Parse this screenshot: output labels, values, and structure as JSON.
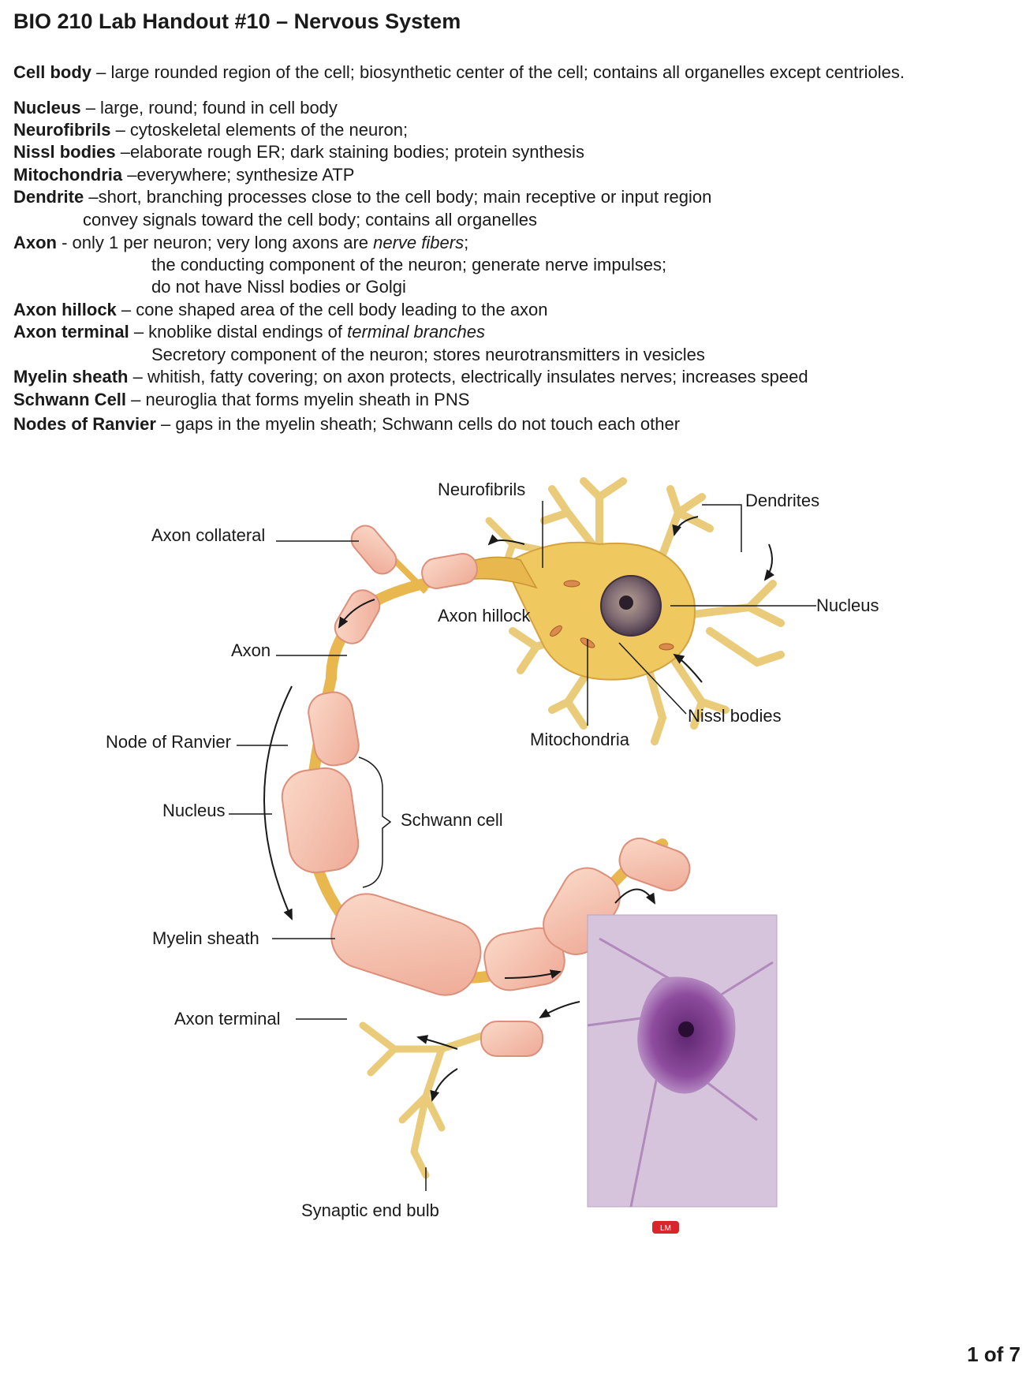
{
  "title": "BIO 210 Lab Handout #10 – Nervous System",
  "definitions": {
    "cell_body": {
      "term": "Cell body",
      "text": " – large rounded region of the cell; biosynthetic center of the cell; contains all organelles except centrioles."
    },
    "nucleus": {
      "term": "Nucleus",
      "text": " – large, round; found in cell body"
    },
    "neurofibrils": {
      "term": "Neurofibrils",
      "text": " – cytoskeletal elements of the neuron;"
    },
    "nissl": {
      "term": "Nissl bodies",
      "text": " –elaborate rough ER; dark staining bodies; protein synthesis"
    },
    "mito": {
      "term": "Mitochondria",
      "text": " –everywhere; synthesize ATP"
    },
    "dendrite": {
      "term": "Dendrite",
      "text": " –short, branching processes close to the cell body; main receptive or input region",
      "text2": "convey signals toward the cell body; contains all organelles"
    },
    "axon": {
      "term": "Axon",
      "text_a": " -  only 1 per neuron; very long axons are ",
      "em": "nerve fibers",
      "text_b": ";",
      "text2": "the conducting component of the neuron; generate nerve impulses;",
      "text3": "do not have Nissl bodies or Golgi"
    },
    "hillock": {
      "term": "Axon hillock",
      "text": " – cone shaped area of the cell body leading to the axon"
    },
    "terminal": {
      "term": "Axon terminal",
      "text": " – knoblike distal endings of ",
      "em": "terminal branches",
      "text2": "Secretory component of the neuron; stores neurotransmitters in vesicles"
    },
    "myelin": {
      "term": "Myelin sheath",
      "text": " – whitish, fatty covering; on axon protects, electrically insulates nerves; increases speed"
    },
    "schwann": {
      "term": "Schwann Cell",
      "text": " – neuroglia that forms myelin sheath in PNS"
    },
    "ranvier": {
      "term": "Nodes of Ranvier",
      "text": " – gaps in the myelin sheath; Schwann cells do not touch each other"
    }
  },
  "diagram_labels": {
    "neurofibrils": "Neurofibrils",
    "dendrites": "Dendrites",
    "axon_collateral": "Axon collateral",
    "nucleus": "Nucleus",
    "axon_hillock": "Axon hillock",
    "axon": "Axon",
    "nissl_bodies": "Nissl bodies",
    "mitochondria": "Mitochondria",
    "node_of_ranvier": "Node of Ranvier",
    "schwann_nucleus": "Nucleus",
    "schwann_cell": "Schwann cell",
    "myelin_sheath": "Myelin sheath",
    "axon_terminal": "Axon terminal",
    "synaptic_end_bulb": "Synaptic end bulb",
    "lm_badge": "LM"
  },
  "colors": {
    "myelin": "#f6c7b4",
    "axon": "#e8b74d",
    "dendrite": "#f2d58a",
    "stain": "#8e4c9e",
    "badge": "#d9262c"
  },
  "page_number": "1 of 7"
}
